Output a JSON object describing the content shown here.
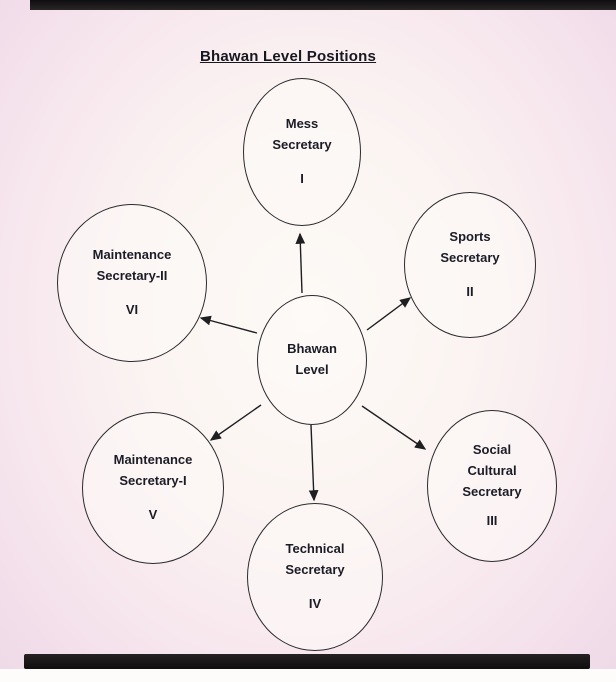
{
  "page": {
    "title": "Bhawan Level Positions"
  },
  "diagram": {
    "type": "radial-org-chart",
    "center": {
      "label": "Bhawan Level"
    },
    "nodes": [
      {
        "id": "mess-secretary",
        "label": "Mess Secretary",
        "numeral": "I"
      },
      {
        "id": "sports-secretary",
        "label": "Sports Secretary",
        "numeral": "II"
      },
      {
        "id": "social-cultural-secretary",
        "label": "Social Cultural Secretary",
        "numeral": "III"
      },
      {
        "id": "technical-secretary",
        "label": "Technical Secretary",
        "numeral": "IV"
      },
      {
        "id": "maintenance-secretary-1",
        "label": "Maintenance Secretary-I",
        "numeral": "V"
      },
      {
        "id": "maintenance-secretary-2",
        "label": "Maintenance Secretary-II",
        "numeral": "VI"
      }
    ]
  }
}
